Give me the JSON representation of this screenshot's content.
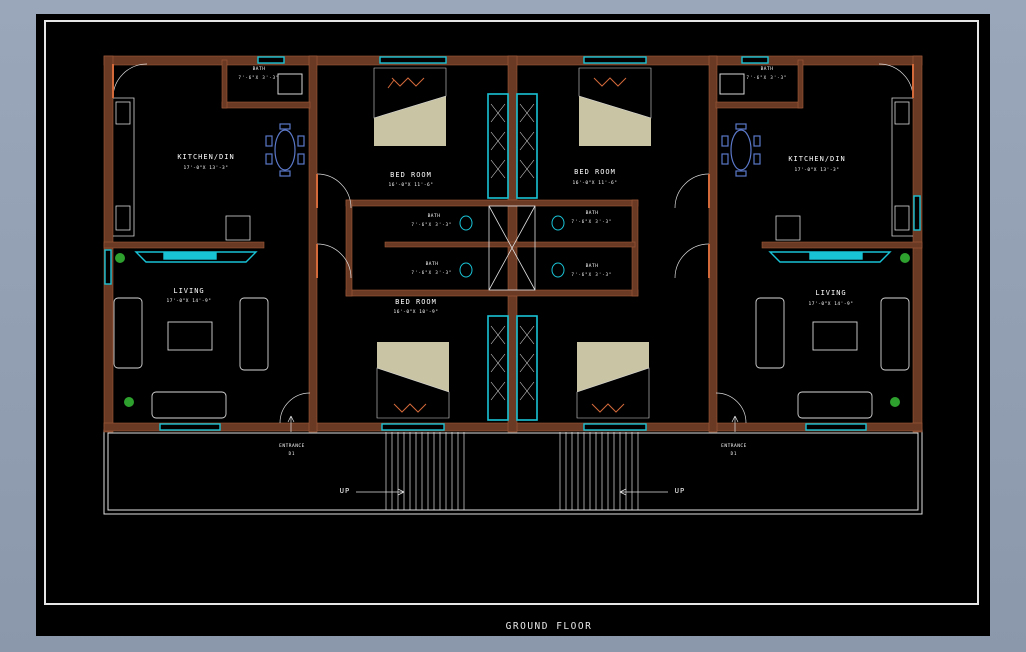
{
  "drawing": {
    "sheet_title": "GROUND FLOOR",
    "rooms": {
      "kitchen_left": {
        "name": "KITCHEN/DIN",
        "dims": "17'-0\"X 13'-3\""
      },
      "kitchen_right": {
        "name": "KITCHEN/DIN",
        "dims": "17'-0\"X 13'-3\""
      },
      "living_left": {
        "name": "LIVING",
        "dims": "17'-0\"X 14'-9\""
      },
      "living_right": {
        "name": "LIVING",
        "dims": "17'-0\"X 14'-9\""
      },
      "bed_top_left": {
        "name": "BED ROOM",
        "dims": "16'-0\"X 11'-6\""
      },
      "bed_top_right": {
        "name": "BED ROOM",
        "dims": "16'-0\"X 11'-6\""
      },
      "bed_bottom_left": {
        "name": "BED ROOM",
        "dims": "16'-0\"X 10'-9\""
      },
      "bath_tl": {
        "name": "BATH",
        "dims": "7'-6\"X 3'-3\""
      },
      "bath_tr": {
        "name": "BATH",
        "dims": "7'-6\"X 3'-3\""
      },
      "bath_cul": {
        "name": "BATH",
        "dims": "7'-6\"X 3'-3\""
      },
      "bath_cur": {
        "name": "BATH",
        "dims": "7'-6\"X 3'-3\""
      },
      "bath_cll": {
        "name": "BATH",
        "dims": "7'-6\"X 3'-3\""
      },
      "bath_clr": {
        "name": "BATH",
        "dims": "7'-6\"X 3'-3\""
      }
    },
    "entrance_left": {
      "name": "ENTRANCE",
      "door": "D1"
    },
    "entrance_right": {
      "name": "ENTRANCE",
      "door": "D1"
    },
    "stair_left": "UP",
    "stair_right": "UP",
    "colors": {
      "wall": "#6b3a24",
      "window": "#19c3d6",
      "bed": "#c9c4a3",
      "furniture": "#d8d8d8",
      "plant": "#2ea02e",
      "background": "#000000"
    }
  }
}
